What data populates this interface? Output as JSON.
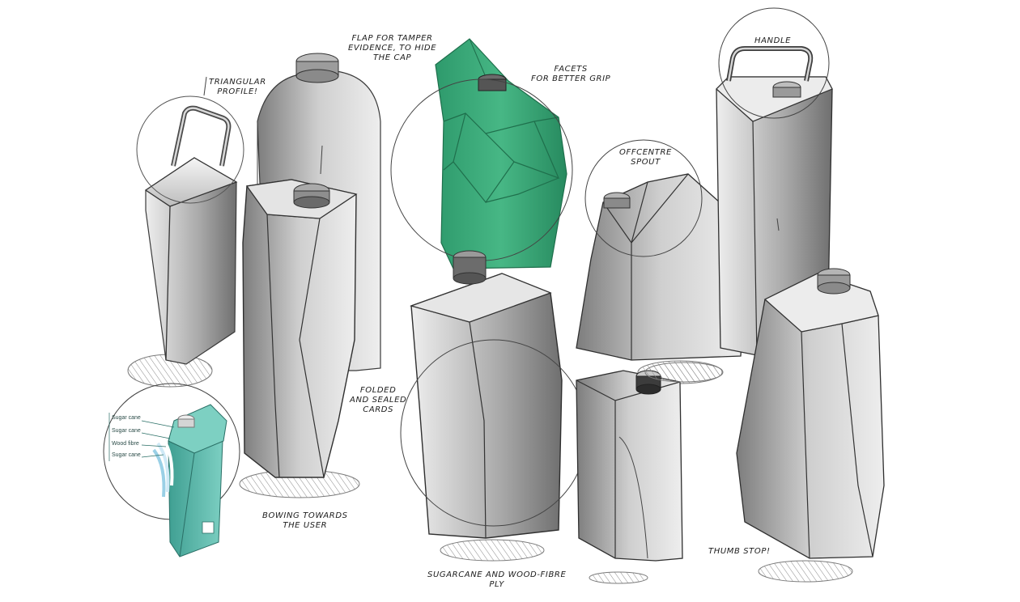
{
  "annotations": {
    "triangular": "TRIANGULAR\nPROFILE!",
    "flap": "FLAP FOR TAMPER\nEVIDENCE, TO HIDE\nTHE CAP",
    "facets": "FACETS\nFOR BETTER GRIP",
    "handle": "HANDLE",
    "offcentre": "OFFCENTRE\nSPOUT",
    "folded": "FOLDED\nAND SEALED\nCARDS",
    "bowing": "BOWING TOWARDS\nTHE USER",
    "sugarcane_ply": "SUGARCANE AND WOOD-FIBRE\nPLY",
    "thumb": "THUMB STOP!"
  },
  "layers": {
    "layer1": "Sugar cane",
    "layer2": "Sugar cane",
    "layer3": "Wood fibre",
    "layer4": "Sugar cane"
  },
  "colors": {
    "green": "#3aa57a",
    "green_dark": "#2a8a62",
    "teal_box": "#5cbfb0",
    "pencil": "#333333",
    "shade": "#9a9a9a"
  }
}
